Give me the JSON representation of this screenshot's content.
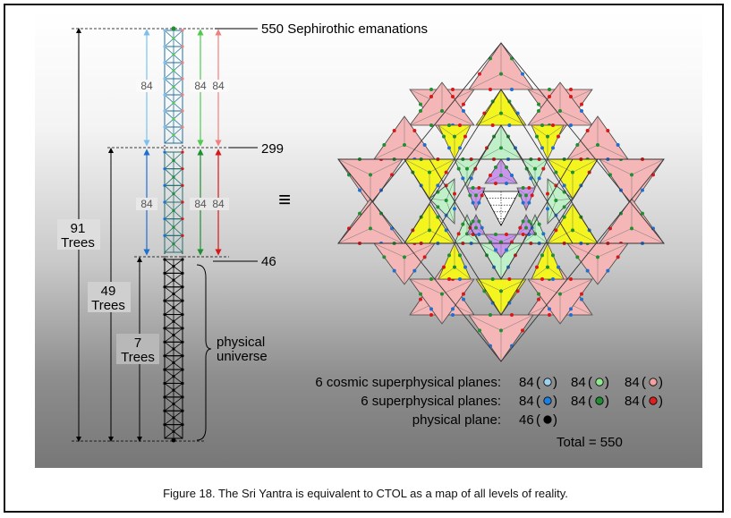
{
  "labels": {
    "top": "550 Sephirothic emanations",
    "mid": "299",
    "low": "46",
    "equiv": "≡",
    "physical_universe_1": "physical",
    "physical_universe_2": "universe",
    "trees91_n": "91",
    "trees91_w": "Trees",
    "trees49_n": "49",
    "trees49_w": "Trees",
    "trees7_n": "7",
    "trees7_w": "Trees",
    "count84": "84"
  },
  "legend": {
    "rows": [
      {
        "label": "6 cosmic superphysical planes:",
        "items": [
          {
            "value": "84",
            "color": "#9ed0f0"
          },
          {
            "value": "84",
            "color": "#8ee88e"
          },
          {
            "value": "84",
            "color": "#f3a0a0"
          }
        ]
      },
      {
        "label": "6 superphysical planes:",
        "items": [
          {
            "value": "84",
            "color": "#1f7fe0"
          },
          {
            "value": "84",
            "color": "#1f8f2f"
          },
          {
            "value": "84",
            "color": "#e01f1f"
          }
        ]
      },
      {
        "label": "physical plane:",
        "items": [
          {
            "value": "46",
            "color": "#000000"
          }
        ]
      }
    ],
    "total": "Total = 550"
  },
  "caption": "Figure 18. The Sri Yantra is equivalent to CTOL as a map of all levels of reality.",
  "colors": {
    "pink": "#f4b6b6",
    "yellow": "#f4f41e",
    "green": "#bff0c8",
    "purple": "#c896ea",
    "white": "#ffffff"
  }
}
